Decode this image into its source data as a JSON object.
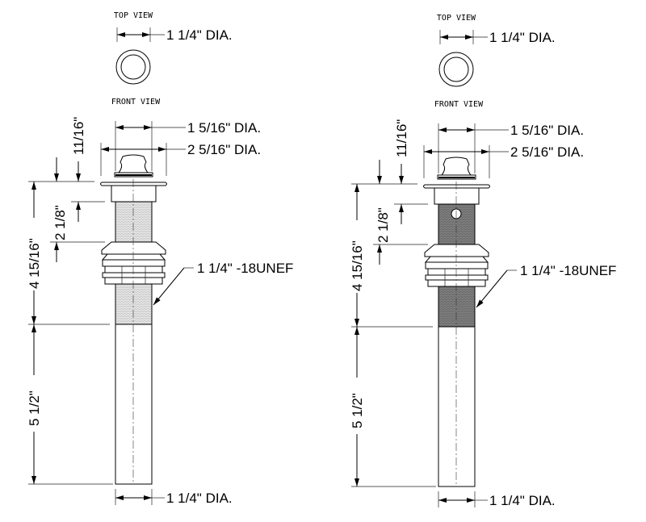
{
  "drawings": [
    {
      "variant": "without-overflow",
      "top_view_label": "TOP VIEW",
      "top_dia": "1 1/4\" DIA.",
      "front_view_label": "FRONT VIEW",
      "knob_dia": "1 5/16\" DIA.",
      "flange_dia": "2 5/16\" DIA.",
      "knob_height": "11/16\"",
      "collar_to_nut": "2 1/8\"",
      "body_length": "4 15/16\"",
      "tail_length": "5 1/2\"",
      "thread_spec": "1 1/4\" -18UNEF",
      "bottom_dia": "1 1/4\" DIA."
    },
    {
      "variant": "with-overflow",
      "top_view_label": "TOP VIEW",
      "top_dia": "1 1/4\" DIA.",
      "front_view_label": "FRONT VIEW",
      "knob_dia": "1 5/16\" DIA.",
      "flange_dia": "2 5/16\" DIA.",
      "knob_height": "11/16\"",
      "collar_to_nut": "2 1/8\"",
      "body_length": "4 15/16\"",
      "tail_length": "5 1/2\"",
      "thread_spec": "1 1/4\" -18UNEF",
      "bottom_dia": "1 1/4\" DIA."
    }
  ],
  "colors": {
    "thread_light": "#d8d8d8",
    "thread_dark": "#8a8a8a"
  }
}
